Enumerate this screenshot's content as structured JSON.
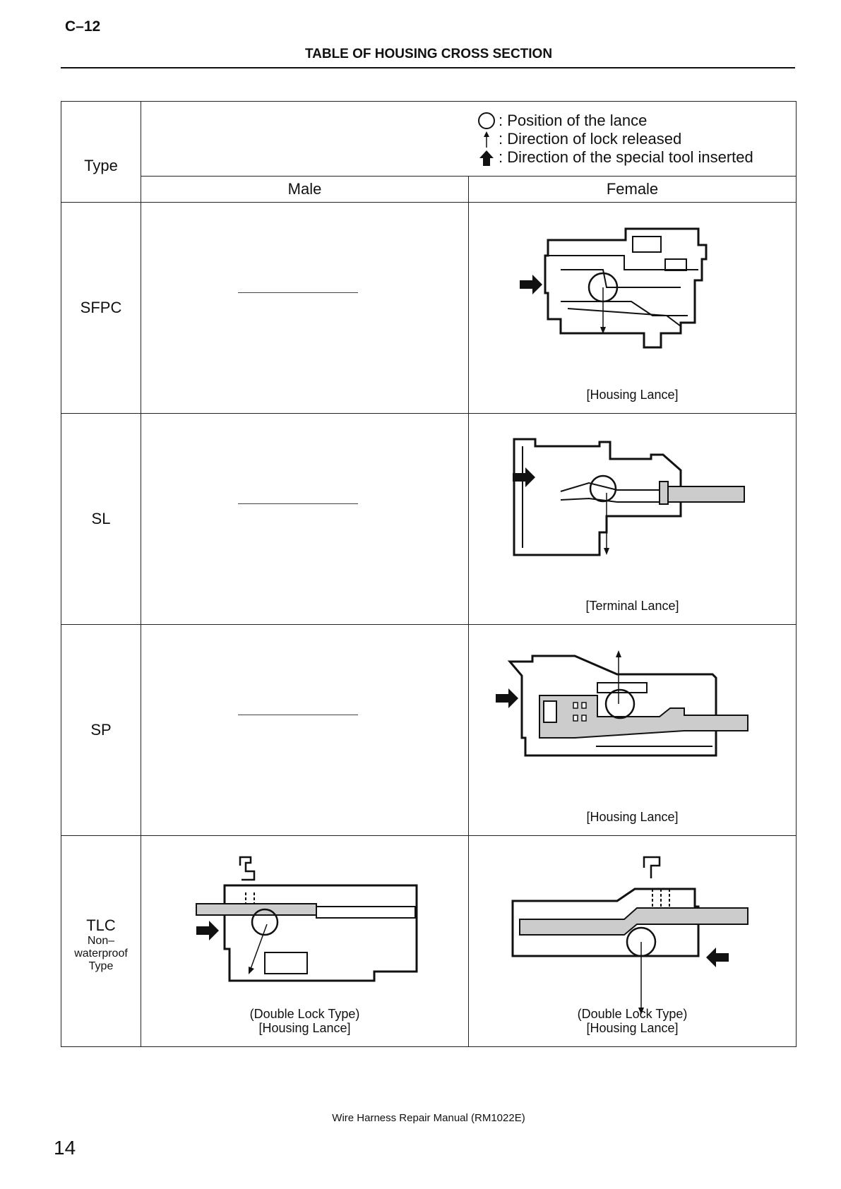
{
  "header": {
    "page_code": "C–12",
    "title": "TABLE OF HOUSING CROSS SECTION"
  },
  "table": {
    "type_heading": "Type",
    "legend": [
      {
        "icon": "circle-icon",
        "text": ": Position of the lance"
      },
      {
        "icon": "thin-arrow-up-icon",
        "text": ": Direction of lock released"
      },
      {
        "icon": "bold-arrow-up-icon",
        "text": ": Direction of the special tool inserted"
      }
    ],
    "male_label": "Male",
    "female_label": "Female",
    "rows": [
      {
        "type": "SFPC",
        "male_caption": "",
        "female_caption": "[Housing Lance]"
      },
      {
        "type": "SL",
        "male_caption": "",
        "female_caption": "[Terminal Lance]"
      },
      {
        "type": "SP",
        "male_caption": "",
        "female_caption": "[Housing Lance]"
      },
      {
        "type": "TLC",
        "subtype": "Non– waterproof Type",
        "male_caption_1": "(Double Lock Type)",
        "male_caption_2": "[Housing Lance]",
        "female_caption_1": "(Double Lock Type)",
        "female_caption_2": "[Housing Lance]"
      }
    ]
  },
  "footer": {
    "manual": "Wire Harness Repair Manual (RM1022E)",
    "page_number": "14"
  }
}
